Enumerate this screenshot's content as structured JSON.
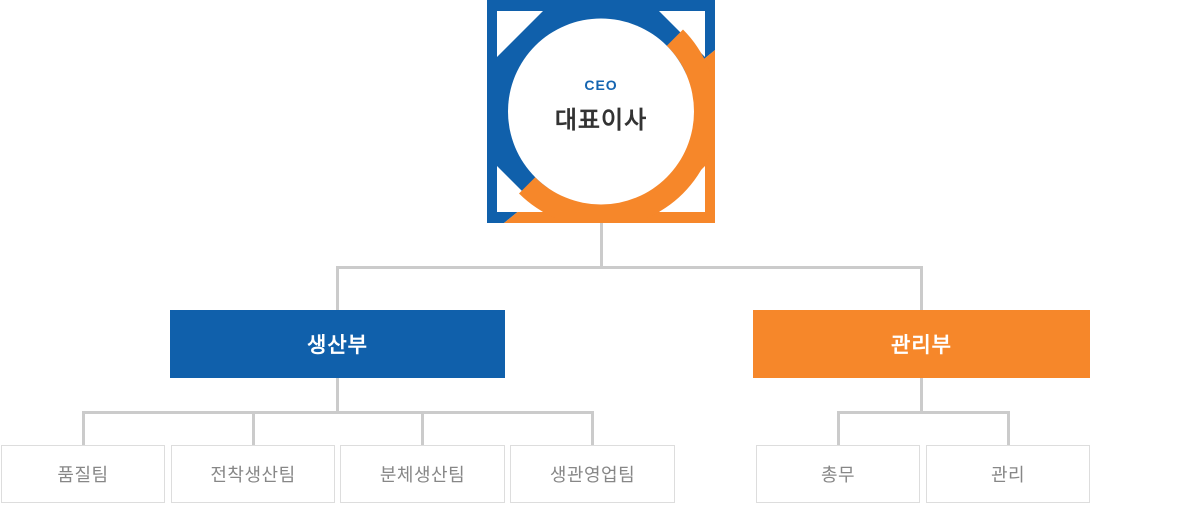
{
  "ceo": {
    "label": "CEO",
    "title": "대표이사"
  },
  "departments": [
    {
      "name": "생산부",
      "color": "#1060ab",
      "teams": [
        "품질팀",
        "전착생산팀",
        "분체생산팀",
        "생관영업팀"
      ]
    },
    {
      "name": "관리부",
      "color": "#f6872a",
      "teams": [
        "총무",
        "관리"
      ]
    }
  ],
  "colors": {
    "brand_blue": "#1060ab",
    "brand_orange": "#f6872a",
    "connector_line": "#cbcbcb",
    "ceo_label_blue": "#1565b1",
    "ceo_title_dark": "#333333",
    "team_text_gray": "#878787",
    "team_border_gray": "#dddddd"
  }
}
